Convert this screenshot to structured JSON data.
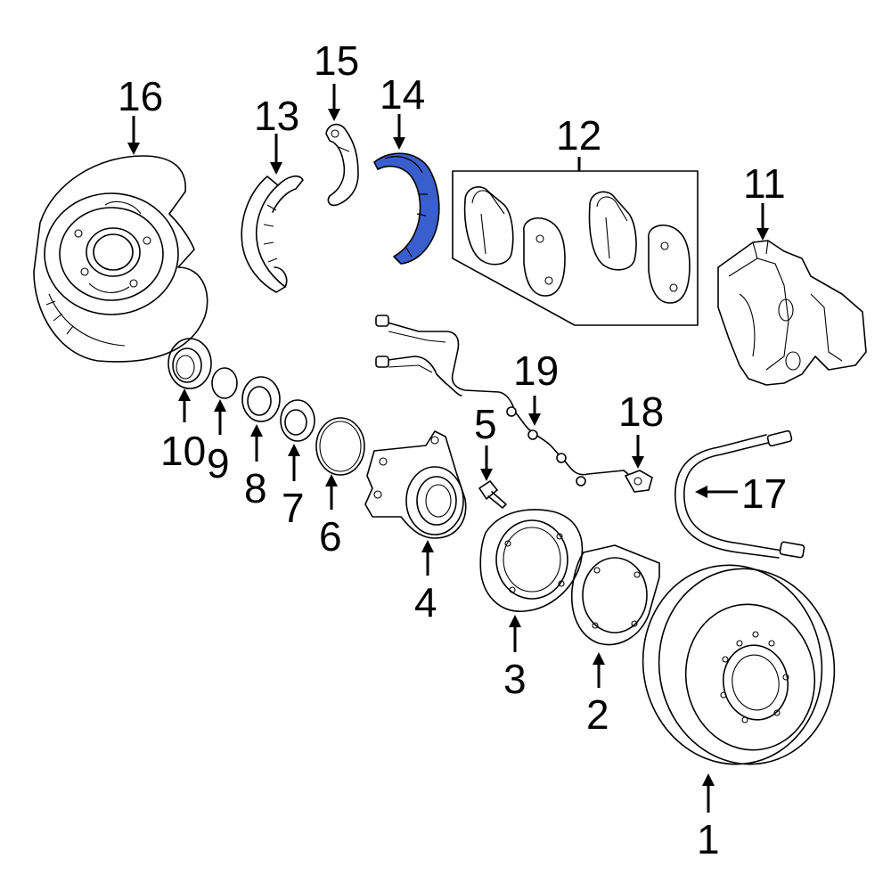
{
  "diagram": {
    "highlight_color": "#3a5fcd",
    "highlighted_part": "14",
    "labels": {
      "p1": "1",
      "p2": "2",
      "p3": "3",
      "p4": "4",
      "p5": "5",
      "p6": "6",
      "p7": "7",
      "p8": "8",
      "p9": "9",
      "p10": "10",
      "p11": "11",
      "p12": "12",
      "p13": "13",
      "p14": "14",
      "p15": "15",
      "p16": "16",
      "p17": "17",
      "p18": "18",
      "p19": "19"
    }
  }
}
